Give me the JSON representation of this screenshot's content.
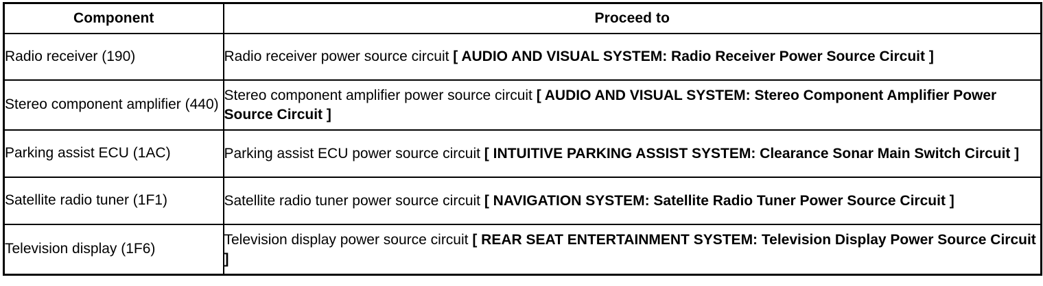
{
  "table": {
    "headers": {
      "component": "Component",
      "proceed": "Proceed to"
    },
    "rows": [
      {
        "component": "Radio receiver (190)",
        "proceed_plain": "Radio receiver power source circuit ",
        "proceed_ref": "[ AUDIO AND VISUAL SYSTEM: Radio Receiver Power Source Circuit ]"
      },
      {
        "component": "Stereo component amplifier (440)",
        "proceed_plain": "Stereo component amplifier power source circuit ",
        "proceed_ref": "[ AUDIO AND VISUAL SYSTEM: Stereo Component Amplifier Power Source Circuit ]"
      },
      {
        "component": "Parking assist ECU (1AC)",
        "proceed_plain": "Parking assist ECU power source circuit ",
        "proceed_ref": "[ INTUITIVE PARKING ASSIST SYSTEM: Clearance Sonar Main Switch Circuit ]"
      },
      {
        "component": "Satellite radio tuner (1F1)",
        "proceed_plain": "Satellite radio tuner power source circuit ",
        "proceed_ref": "[ NAVIGATION SYSTEM: Satellite Radio Tuner Power Source Circuit ]"
      },
      {
        "component": "Television display (1F6)",
        "proceed_plain": "Television display power source circuit ",
        "proceed_ref": "[ REAR SEAT ENTERTAINMENT SYSTEM: Television Display Power Source Circuit ]"
      }
    ]
  },
  "colors": {
    "border": "#000000",
    "text": "#000000",
    "background": "#ffffff"
  }
}
